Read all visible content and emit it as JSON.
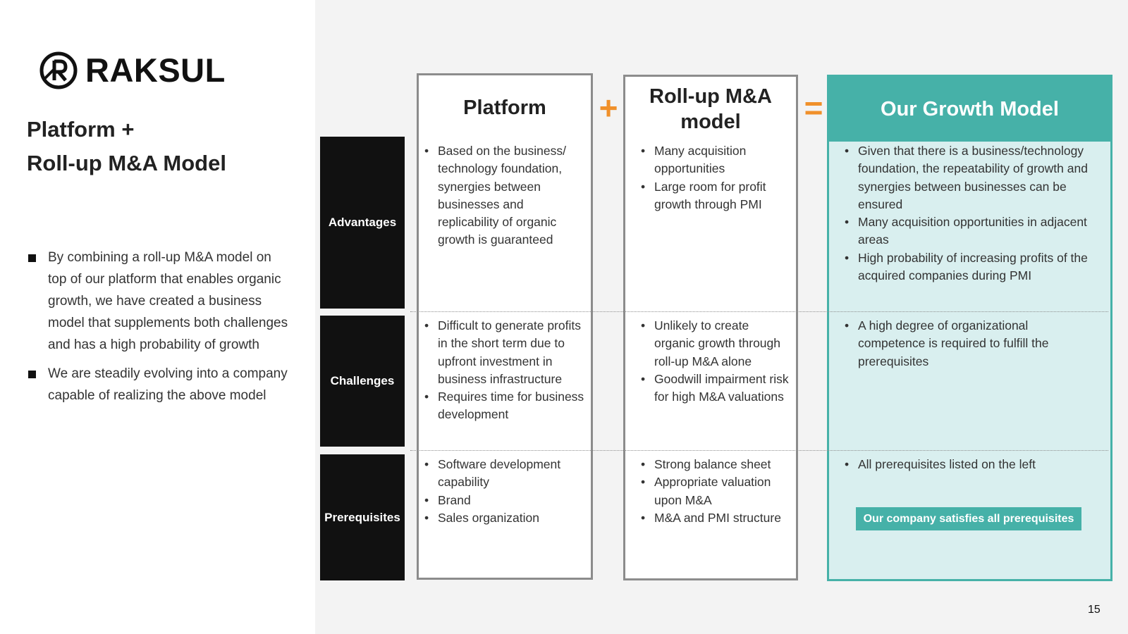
{
  "brand": {
    "name": "RAKSUL",
    "logo_icon": "raksul-logo-icon"
  },
  "title": {
    "line1": "Platform +",
    "line2": "Roll-up M&A Model"
  },
  "summary": [
    "By combining a roll-up M&A model on top of our platform that enables organic growth, we have created a business model that supplements both challenges and has a high probability of growth",
    "We are steadily evolving into a company capable of realizing the above model"
  ],
  "operators": {
    "plus": "+",
    "equals": "="
  },
  "row_labels": {
    "advantages": "Advantages",
    "challenges": "Challenges",
    "prerequisites": "Prerequisites"
  },
  "columns": {
    "platform": {
      "title": "Platform",
      "advantages": [
        "Based on the business/ technology foundation, synergies between businesses and replicability of organic growth is guaranteed"
      ],
      "challenges": [
        "Difficult to generate profits in the short term due to upfront investment in business infrastructure",
        "Requires time for business development"
      ],
      "prerequisites": [
        "Software development capability",
        "Brand",
        "Sales organization"
      ]
    },
    "rollup": {
      "title_line1": "Roll-up M&A",
      "title_line2": "model",
      "advantages": [
        "Many acquisition opportunities",
        "Large room for profit growth through PMI"
      ],
      "challenges": [
        "Unlikely to create organic growth through roll-up M&A alone",
        "Goodwill impairment risk for high M&A valuations"
      ],
      "prerequisites": [
        "Strong balance sheet",
        "Appropriate valuation upon M&A",
        "M&A and PMI structure"
      ]
    },
    "growth": {
      "title": "Our Growth Model",
      "advantages": [
        "Given that there is a business/technology foundation, the repeatability of growth and synergies between businesses can be ensured",
        "Many acquisition opportunities in adjacent areas",
        "High probability of increasing profits of the acquired companies during PMI"
      ],
      "challenges": [
        "A high degree of organizational competence is required to fulfill the prerequisites"
      ],
      "prerequisites": [
        "All prerequisites listed on the left"
      ],
      "badge": "Our company satisfies all prerequisites"
    }
  },
  "colors": {
    "accent_teal": "#46b1a8",
    "accent_orange": "#f0902a",
    "label_black": "#111111"
  },
  "page_number": "15"
}
